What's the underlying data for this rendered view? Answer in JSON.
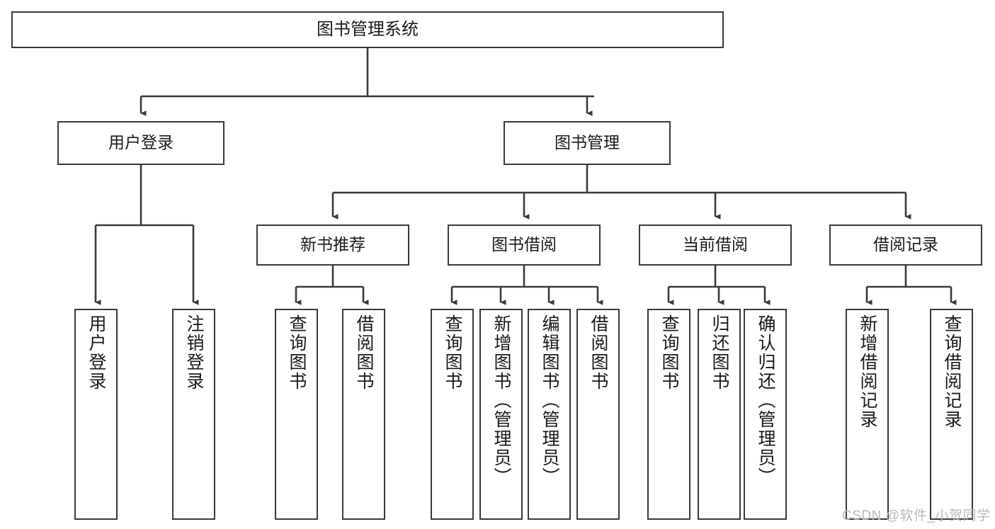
{
  "diagram": {
    "title": "图书管理系统",
    "type": "tree-hierarchy-chart",
    "colors": {
      "stroke": "#3a3a3a",
      "fill": "#ffffff",
      "text": "#1a1a1a",
      "watermark": "#b9b9b9"
    },
    "root": {
      "label": "图书管理系统"
    },
    "level2": [
      {
        "label": "用户登录"
      },
      {
        "label": "图书管理"
      }
    ],
    "level3": [
      {
        "label": "新书推荐"
      },
      {
        "label": "图书借阅"
      },
      {
        "label": "当前借阅"
      },
      {
        "label": "借阅记录"
      }
    ],
    "leaves": {
      "user_login": [
        {
          "label": "用户登录"
        },
        {
          "label": "注销登录"
        }
      ],
      "new_book_recommend": [
        {
          "label": "查询图书"
        },
        {
          "label": "借阅图书"
        }
      ],
      "book_borrow": [
        {
          "label": "查询图书"
        },
        {
          "label": "新增图书（管理员）"
        },
        {
          "label": "编辑图书（管理员）"
        },
        {
          "label": "借阅图书"
        }
      ],
      "current_borrow": [
        {
          "label": "查询图书"
        },
        {
          "label": "归还图书"
        },
        {
          "label": "确认归还（管理员）"
        }
      ],
      "borrow_record": [
        {
          "label": "新增借阅记录"
        },
        {
          "label": "查询借阅记录"
        }
      ]
    },
    "watermark": "CSDN @软件_小贺同学"
  },
  "chart_data": {
    "type": "table",
    "title": "图书管理系统",
    "nodes": [
      {
        "id": "root",
        "label": "图书管理系统",
        "level": 0,
        "parent": null
      },
      {
        "id": "l2-user-login",
        "label": "用户登录",
        "level": 1,
        "parent": "root"
      },
      {
        "id": "l2-book-manage",
        "label": "图书管理",
        "level": 1,
        "parent": "root"
      },
      {
        "id": "l3-new-book",
        "label": "新书推荐",
        "level": 2,
        "parent": "l2-book-manage"
      },
      {
        "id": "l3-book-borrow",
        "label": "图书借阅",
        "level": 2,
        "parent": "l2-book-manage"
      },
      {
        "id": "l3-current-borrow",
        "label": "当前借阅",
        "level": 2,
        "parent": "l2-book-manage"
      },
      {
        "id": "l3-borrow-record",
        "label": "借阅记录",
        "level": 2,
        "parent": "l2-book-manage"
      },
      {
        "id": "leaf-user-login",
        "label": "用户登录",
        "level": 2,
        "parent": "l2-user-login"
      },
      {
        "id": "leaf-logout",
        "label": "注销登录",
        "level": 2,
        "parent": "l2-user-login"
      },
      {
        "id": "leaf-nb-query",
        "label": "查询图书",
        "level": 3,
        "parent": "l3-new-book"
      },
      {
        "id": "leaf-nb-borrow",
        "label": "借阅图书",
        "level": 3,
        "parent": "l3-new-book"
      },
      {
        "id": "leaf-bb-query",
        "label": "查询图书",
        "level": 3,
        "parent": "l3-book-borrow"
      },
      {
        "id": "leaf-bb-add",
        "label": "新增图书（管理员）",
        "level": 3,
        "parent": "l3-book-borrow"
      },
      {
        "id": "leaf-bb-edit",
        "label": "编辑图书（管理员）",
        "level": 3,
        "parent": "l3-book-borrow"
      },
      {
        "id": "leaf-bb-borrow",
        "label": "借阅图书",
        "level": 3,
        "parent": "l3-book-borrow"
      },
      {
        "id": "leaf-cb-query",
        "label": "查询图书",
        "level": 3,
        "parent": "l3-current-borrow"
      },
      {
        "id": "leaf-cb-return",
        "label": "归还图书",
        "level": 3,
        "parent": "l3-current-borrow"
      },
      {
        "id": "leaf-cb-confirm",
        "label": "确认归还（管理员）",
        "level": 3,
        "parent": "l3-current-borrow"
      },
      {
        "id": "leaf-br-add",
        "label": "新增借阅记录",
        "level": 3,
        "parent": "l3-borrow-record"
      },
      {
        "id": "leaf-br-query",
        "label": "查询借阅记录",
        "level": 3,
        "parent": "l3-borrow-record"
      }
    ]
  }
}
